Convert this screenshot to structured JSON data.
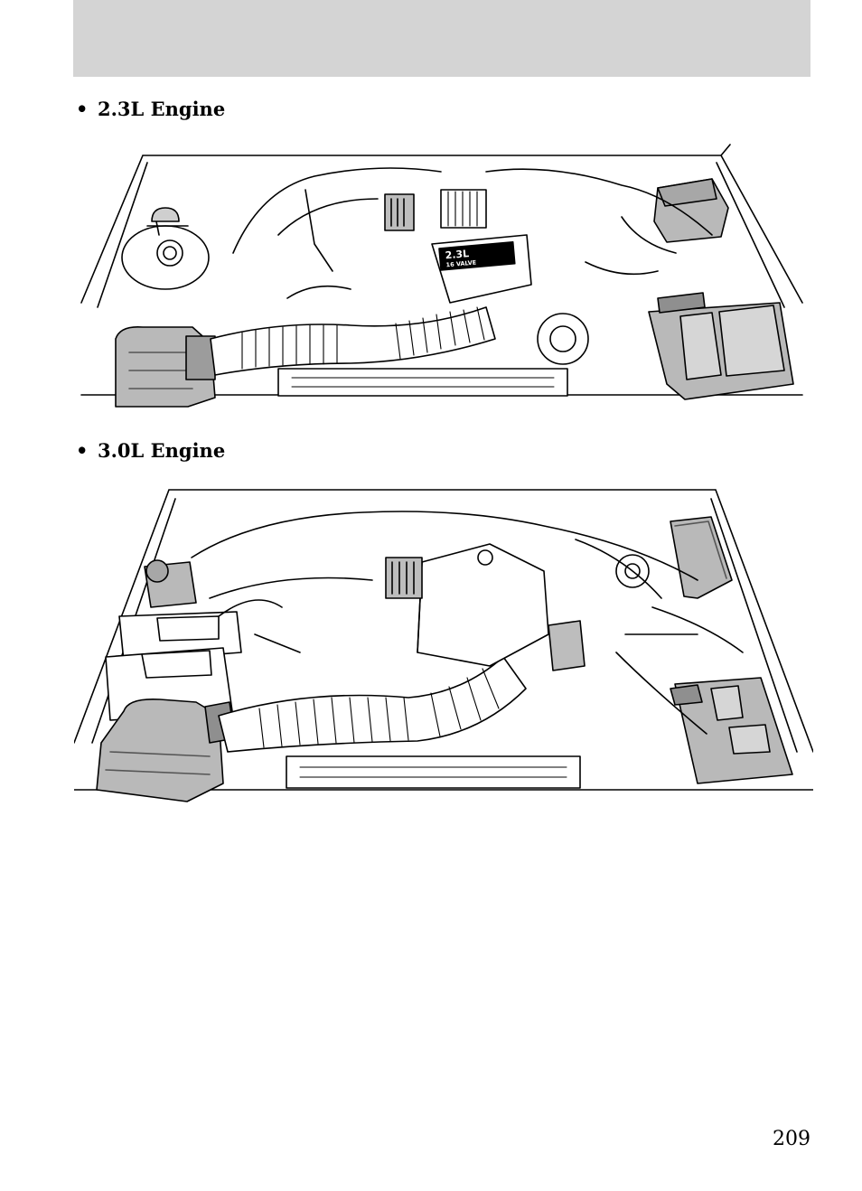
{
  "sections": [
    {
      "bullet": "•",
      "title": "2.3L Engine",
      "badge_line1": "2.3L",
      "badge_line2": "16 VALVE"
    },
    {
      "bullet": "•",
      "title": "3.0L Engine"
    }
  ],
  "page_number": "209"
}
